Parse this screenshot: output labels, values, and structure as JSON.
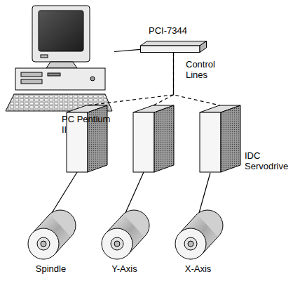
{
  "diagram": {
    "nodes": [
      {
        "text": [
          "PC Pentium II"
        ]
      },
      {
        "text": [
          "PCI-7344"
        ]
      },
      {
        "text": [
          "IDC Servodrive"
        ]
      },
      {
        "text": [
          "Spindle"
        ]
      },
      {
        "text": [
          "Y-Axis"
        ]
      },
      {
        "text": [
          "X-Axis"
        ]
      }
    ],
    "edges": [
      {
        "from": 0,
        "to": 1,
        "arrow": "none"
      },
      {
        "from": 1,
        "to": 2,
        "arrow": "none"
      },
      {
        "from": 2,
        "to": 5,
        "arrow": "none"
      }
    ],
    "labels": [
      "Control Lines"
    ]
  }
}
